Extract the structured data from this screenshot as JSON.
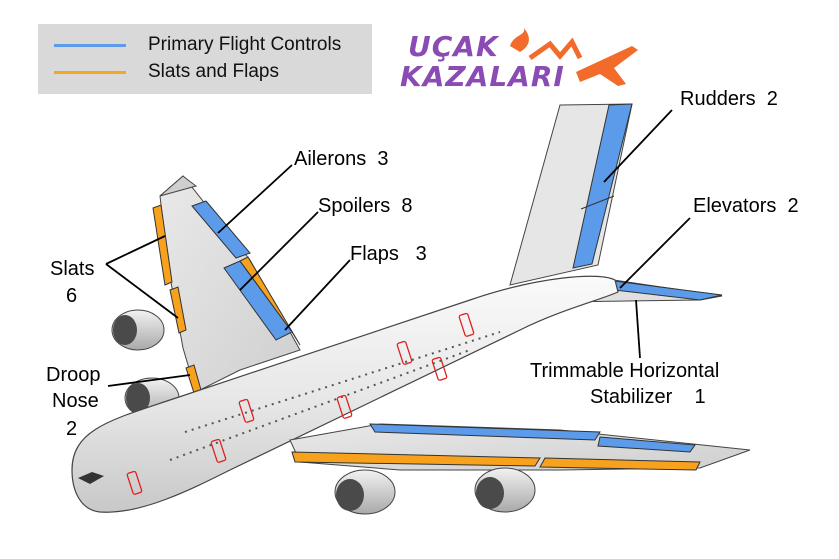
{
  "legend": {
    "items": [
      {
        "label": "Primary Flight Controls",
        "color": "#5b9bea"
      },
      {
        "label": "Slats and Flaps",
        "color": "#f5a623"
      }
    ]
  },
  "brand": {
    "line1": "UÇAK",
    "line2": "KAZALARI",
    "color": "#8a4bb4",
    "accent": "#f26b2a"
  },
  "colors": {
    "primary_surface": "#5b9bea",
    "high_lift_surface": "#f7a11c",
    "airframe": "#eeeeee",
    "outline": "#222222",
    "door": "#e02020"
  },
  "labels": {
    "ailerons": {
      "text": "Ailerons",
      "count": "3"
    },
    "spoilers": {
      "text": "Spoilers",
      "count": "8"
    },
    "flaps": {
      "text": "Flaps",
      "count": "3"
    },
    "slats": {
      "text": "Slats",
      "count": "6"
    },
    "droop_nose": {
      "line1": "Droop",
      "line2": "Nose",
      "count": "2"
    },
    "rudders": {
      "text": "Rudders",
      "count": "2"
    },
    "elevators": {
      "text": "Elevators",
      "count": "2"
    },
    "ths": {
      "line1": "Trimmable Horizontal",
      "line2": "Stabilizer",
      "count": "1"
    }
  }
}
